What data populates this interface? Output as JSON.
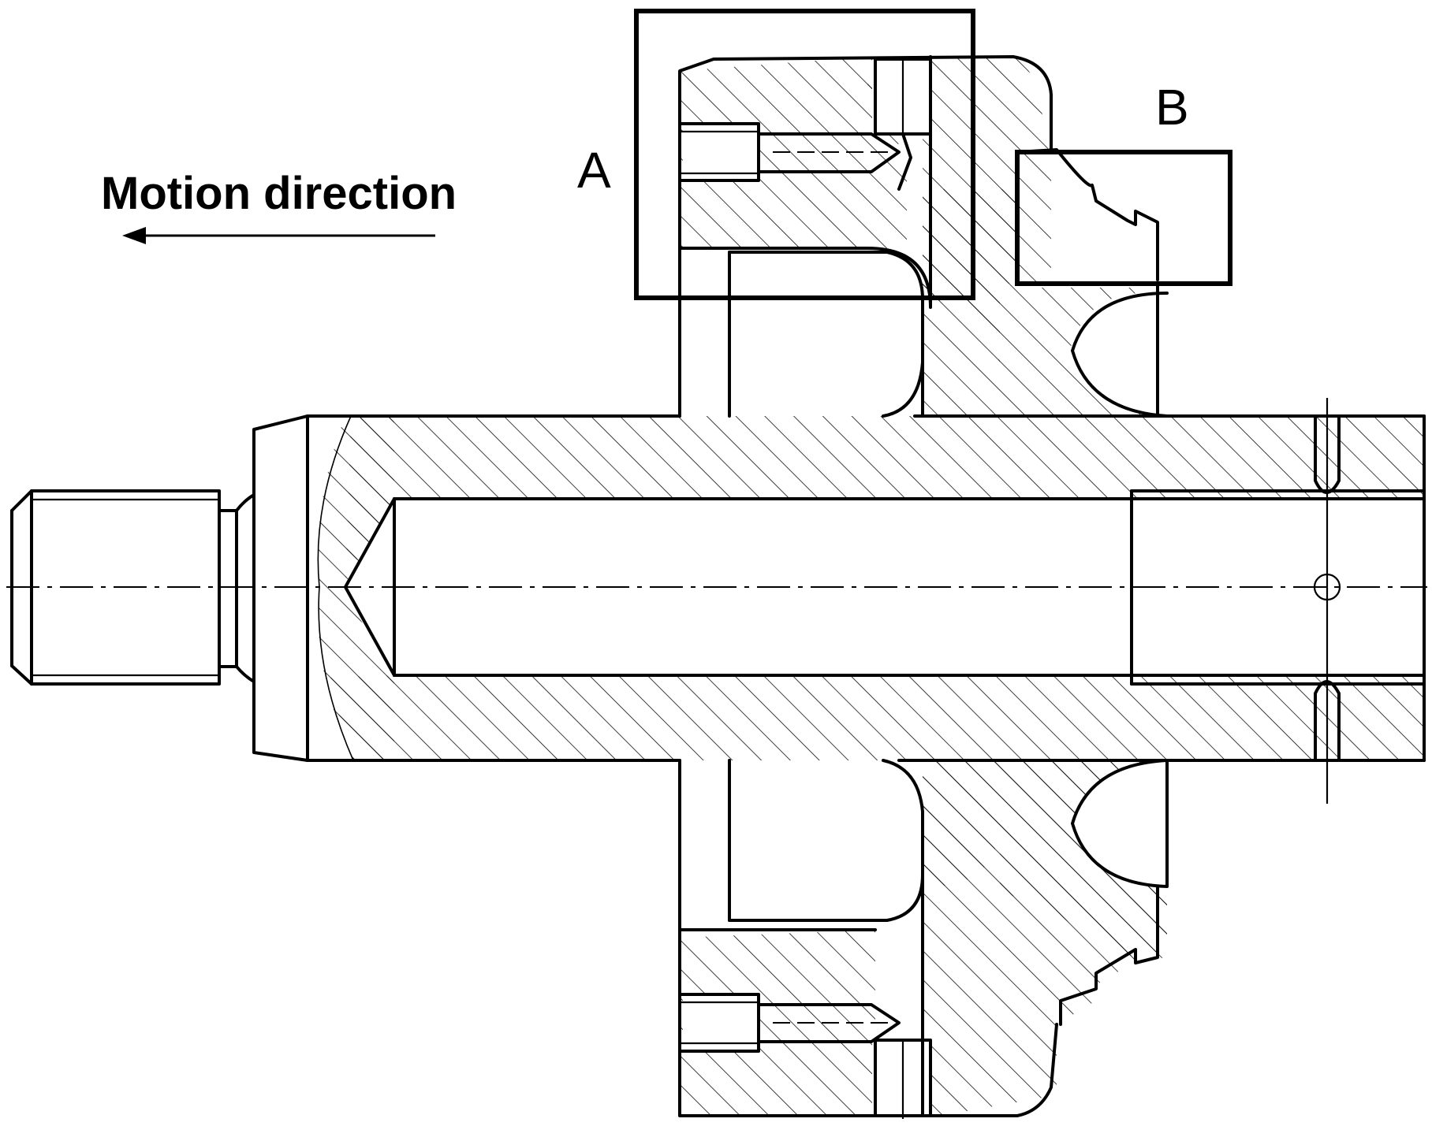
{
  "labels": {
    "motion": "Motion direction",
    "a": "A",
    "b": "B"
  },
  "colors": {
    "line": "#000000",
    "background": "#ffffff"
  }
}
